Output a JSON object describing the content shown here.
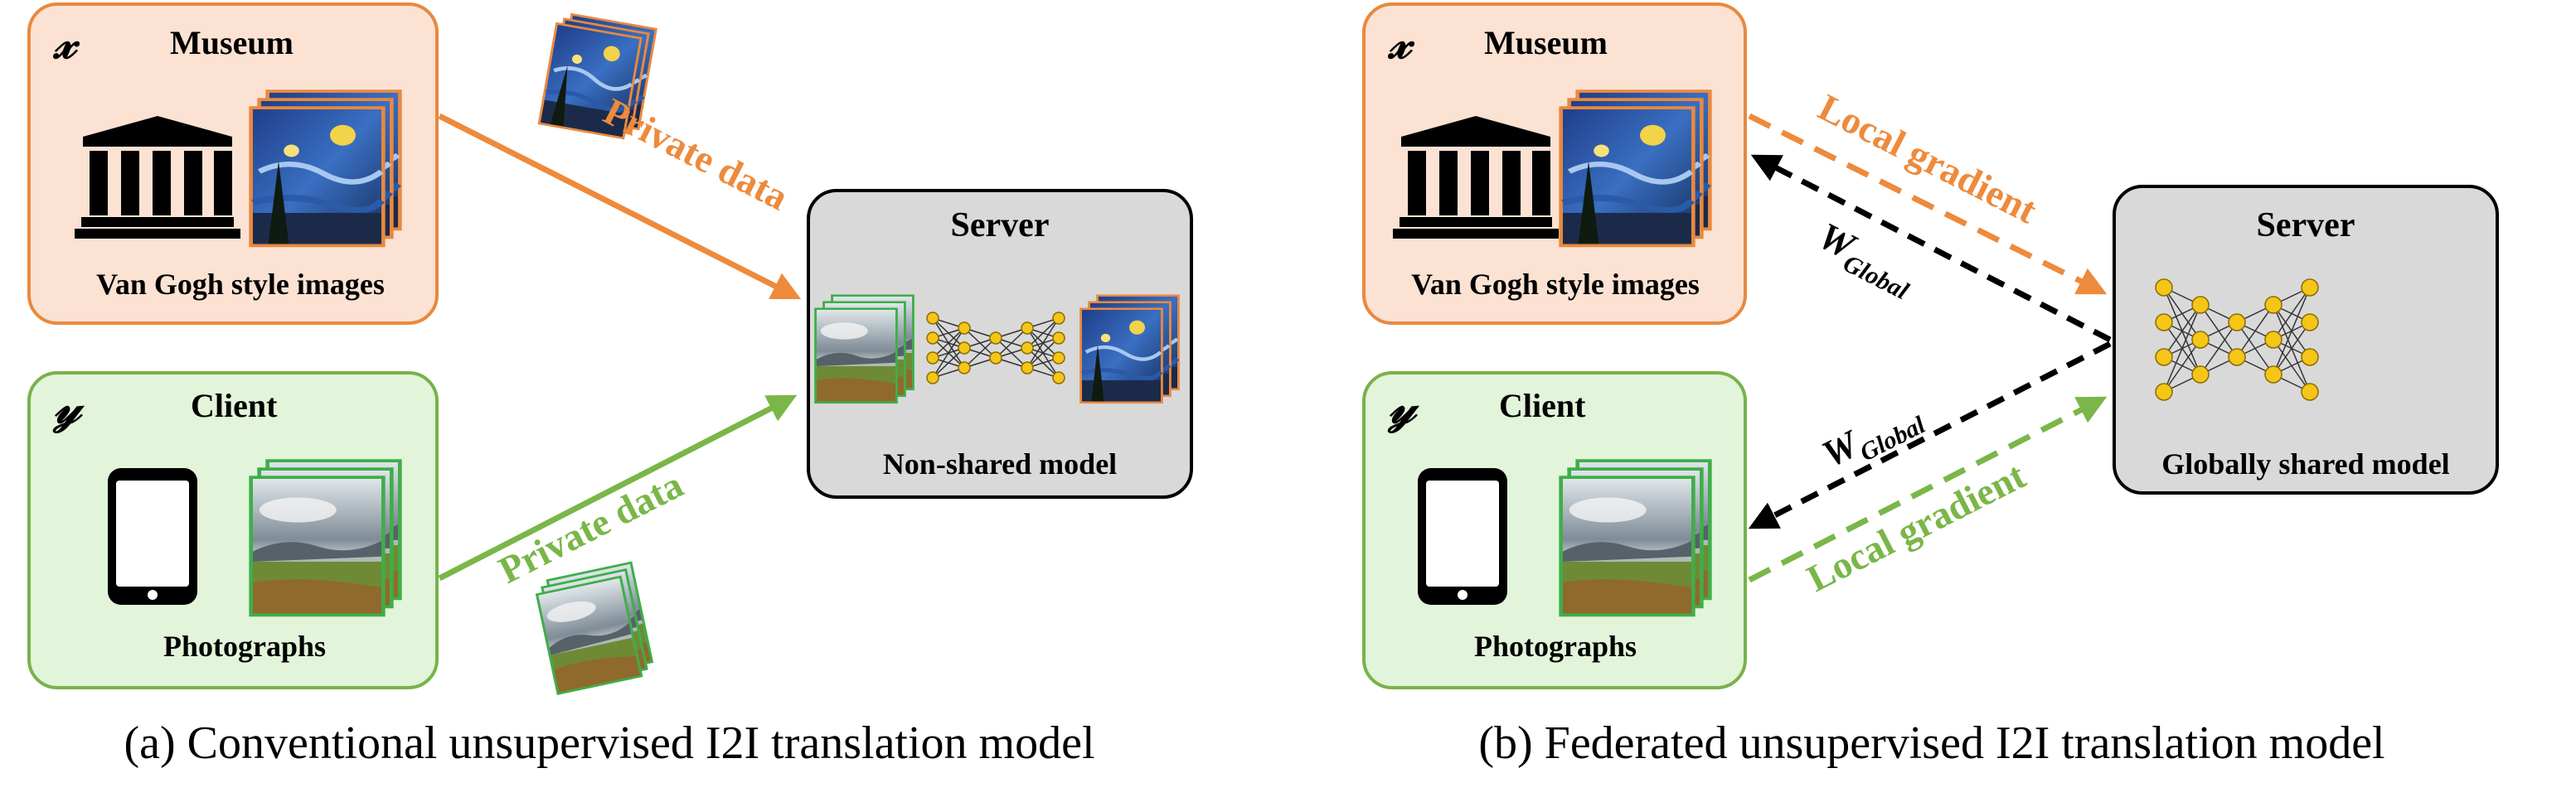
{
  "panel_a": {
    "museum": {
      "var": "𝓍",
      "title": "Museum",
      "caption": "Van Gogh style images"
    },
    "client": {
      "var": "𝓎",
      "title": "Client",
      "caption": "Photographs"
    },
    "server": {
      "title": "Server",
      "caption": "Non-shared model"
    },
    "arrow_top_label": "Private data",
    "arrow_bottom_label": "Private data",
    "caption": "(a) Conventional unsupervised I2I translation model"
  },
  "panel_b": {
    "museum": {
      "var": "𝓍",
      "title": "Museum",
      "caption": "Van Gogh style images"
    },
    "client": {
      "var": "𝓎",
      "title": "Client",
      "caption": "Photographs"
    },
    "server": {
      "title": "Server",
      "caption": "Globally shared model"
    },
    "local_gradient_top": "Local gradient",
    "local_gradient_bottom": "Local gradient",
    "w_global_top": {
      "base": "W",
      "sub": "Global"
    },
    "w_global_bottom": {
      "base": "W",
      "sub": "Global"
    },
    "caption": "(b) Federated unsupervised I2I translation model"
  },
  "colors": {
    "museum_fill": "#fbe2d3",
    "museum_stroke": "#e8893f",
    "client_fill": "#e2f4da",
    "client_stroke": "#79b24c",
    "server_fill": "#d9d9d9",
    "server_stroke": "#000000",
    "private_orange": "#ee8a3c",
    "private_green": "#7ab648",
    "node_fill": "#f5c518",
    "w_global": "#000000"
  },
  "icons": [
    "museum-building-icon",
    "smartphone-icon",
    "painting-stack-icon",
    "photo-stack-icon",
    "neural-network-icon"
  ]
}
